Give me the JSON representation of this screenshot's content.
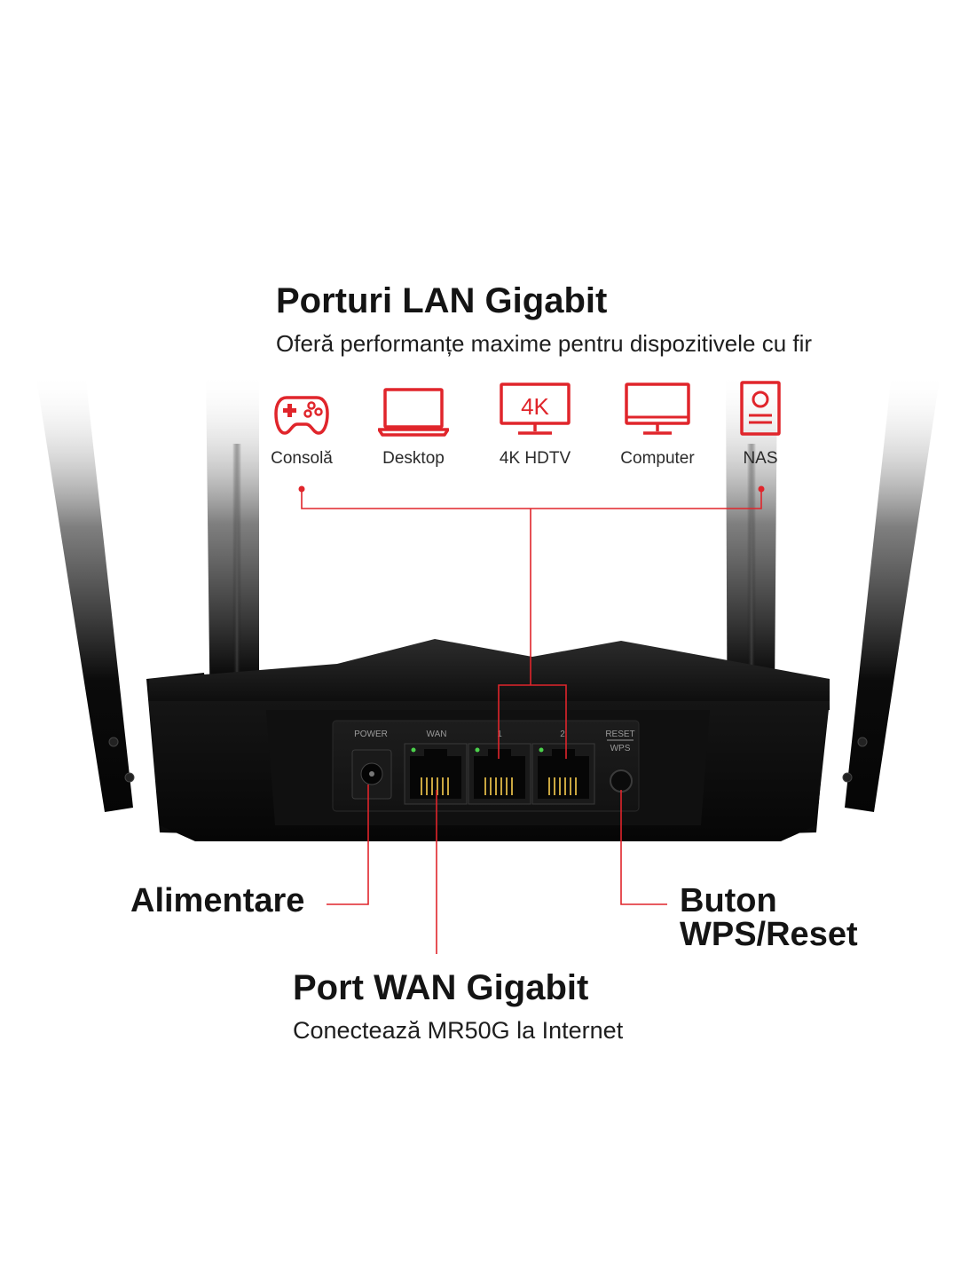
{
  "lan": {
    "title": "Porturi LAN Gigabit",
    "subtitle": "Oferă performanțe maxime pentru dispozitivele cu fir",
    "devices": [
      {
        "label": "Consolă",
        "icon": "gamepad-icon"
      },
      {
        "label": "Desktop",
        "icon": "laptop-icon"
      },
      {
        "label": "4K HDTV",
        "icon": "tv-4k-icon",
        "badge": "4K"
      },
      {
        "label": "Computer",
        "icon": "monitor-icon"
      },
      {
        "label": "NAS",
        "icon": "nas-icon"
      }
    ]
  },
  "router": {
    "port_labels": {
      "power": "POWER",
      "wan": "WAN",
      "lan1": "1",
      "lan2": "2",
      "reset": "RESET",
      "wps": "WPS"
    }
  },
  "callouts": {
    "power": "Alimentare",
    "button": "Buton\nWPS/Reset",
    "wan_title": "Port WAN Gigabit",
    "wan_subtitle": "Conectează MR50G la Internet"
  },
  "colors": {
    "accent": "#e0252b",
    "router_body": "#0d0d0d"
  }
}
